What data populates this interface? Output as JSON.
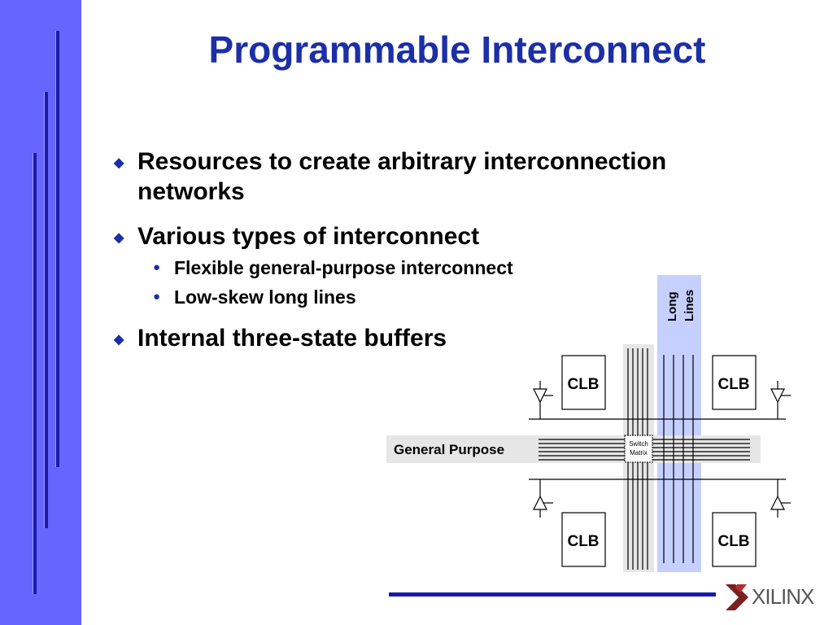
{
  "slide": {
    "title": "Programmable Interconnect",
    "bullets": [
      "Resources to create arbitrary interconnection networks",
      "Various types of interconnect",
      "Internal three-state buffers"
    ],
    "sub_bullets": [
      "Flexible general-purpose interconnect",
      "Low-skew long lines"
    ]
  },
  "diagram": {
    "long_lines_label_1": "Long",
    "long_lines_label_2": "Lines",
    "general_purpose_label": "General Purpose",
    "switch_label_1": "Switch",
    "switch_label_2": "Matrix",
    "clb_labels": [
      "CLB",
      "CLB",
      "CLB",
      "CLB"
    ]
  },
  "footer": {
    "logo_text": "XILINX"
  },
  "colors": {
    "sidebar": "#6666ff",
    "title": "#1c2fa6",
    "long_lines_band": "#c5d0ff",
    "general_band": "#e6e6e6"
  }
}
